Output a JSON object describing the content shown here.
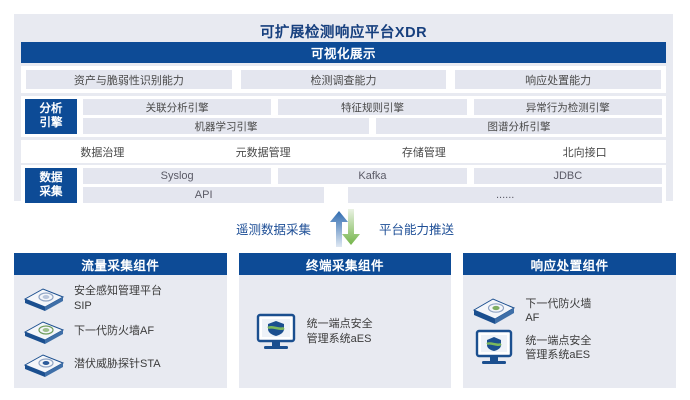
{
  "platform": {
    "title": "可扩展检测响应平台XDR",
    "visualization_bar": "可视化展示",
    "capabilities": [
      "资产与脆弱性识别能力",
      "检测调查能力",
      "响应处置能力"
    ],
    "analysis_engine": {
      "tag_line1": "分析",
      "tag_line2": "引擎",
      "row1": [
        "关联分析引擎",
        "特征规则引擎",
        "异常行为检测引擎"
      ],
      "row2": [
        "机器学习引擎",
        "图谱分析引擎"
      ]
    },
    "governance": [
      "数据治理",
      "元数据管理",
      "存储管理",
      "北向接口"
    ],
    "data_collection": {
      "tag_line1": "数据",
      "tag_line2": "采集",
      "row1": [
        "Syslog",
        "Kafka",
        "JDBC"
      ],
      "row2": [
        "API",
        "......"
      ]
    }
  },
  "flow": {
    "left_label": "遥测数据采集",
    "right_label": "平台能力推送",
    "up_arrow_icon": "arrow-up-icon",
    "down_arrow_icon": "arrow-down-icon",
    "up_arrow_color": "#2e6bb0",
    "down_arrow_color": "#74b54a"
  },
  "cards": [
    {
      "title": "流量采集组件",
      "items": [
        {
          "icon": "appliance-device-icon",
          "label": "安全感知管理平台\nSIP"
        },
        {
          "icon": "appliance-device-icon",
          "label": "下一代防火墙AF"
        },
        {
          "icon": "appliance-device-icon",
          "label": "潜伏威胁探针STA"
        }
      ]
    },
    {
      "title": "终端采集组件",
      "items": [
        {
          "icon": "endpoint-monitor-icon",
          "label": "统一端点安全\n管理系统aES"
        }
      ]
    },
    {
      "title": "响应处置组件",
      "items": [
        {
          "icon": "appliance-device-icon",
          "label": "下一代防火墙\nAF"
        },
        {
          "icon": "endpoint-monitor-icon",
          "label": "统一端点安全\n管理系统aES"
        }
      ]
    }
  ],
  "colors": {
    "brand_blue": "#0d4b96",
    "panel_bg": "#e8eaf1",
    "chip_bg": "#e4e6ef",
    "title_blue": "#163f7e"
  }
}
